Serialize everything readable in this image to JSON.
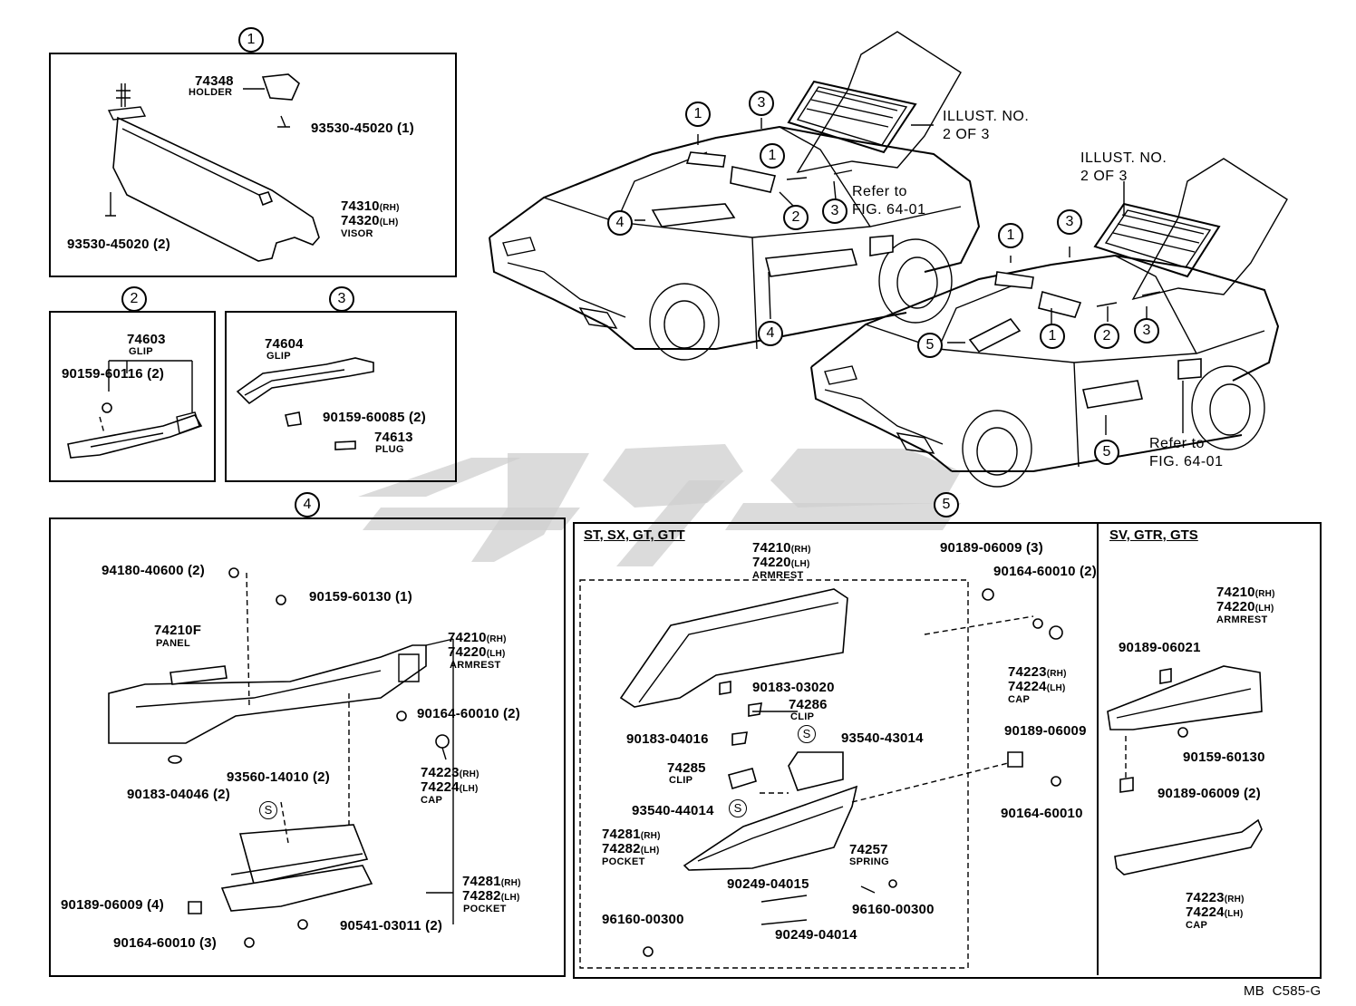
{
  "sections": {
    "s1": "1",
    "s2": "2",
    "s3": "3",
    "s4": "4",
    "s5": "5"
  },
  "cars": {
    "illust_top": "ILLUST. NO.",
    "illust_top2": "2 OF 3",
    "illust_bot": "ILLUST. NO.",
    "illust_bot2": "2 OF 3",
    "refer_top": "Refer to",
    "refer_top2": "FIG. 64-01",
    "refer_bot": "Refer to",
    "refer_bot2": "FIG. 64-01",
    "c1": "1",
    "c2": "2",
    "c3": "3",
    "c4": "4",
    "c5": "5"
  },
  "box1": {
    "holder_pn": "74348",
    "holder_nm": "HOLDER",
    "screw_a": "93530-45020 (1)",
    "screw_b": "93530-45020 (2)",
    "visor_rh": "74310",
    "visor_lh": "74320",
    "rh": "(RH)",
    "lh": "(LH)",
    "visor_nm": "VISOR"
  },
  "box2": {
    "glip_pn": "74603",
    "glip_nm": "GLIP",
    "screw": "90159-60116 (2)"
  },
  "box3": {
    "glip_pn": "74604",
    "glip_nm": "GLIP",
    "screw": "90159-60085 (2)",
    "plug_pn": "74613",
    "plug_nm": "PLUG"
  },
  "box4": {
    "p1": "94180-40600 (2)",
    "p2": "90159-60130 (1)",
    "panel_pn": "74210F",
    "panel_nm": "PANEL",
    "arm_rh": "74210",
    "arm_lh": "74220",
    "arm_nm": "ARMREST",
    "p3": "90164-60010 (2)",
    "cap_rh": "74223",
    "cap_lh": "74224",
    "cap_nm": "CAP",
    "p4": "90183-04046 (2)",
    "p5": "93560-14010 (2)",
    "s": "S",
    "p6": "90189-06009 (4)",
    "pocket_rh": "74281",
    "pocket_lh": "74282",
    "pocket_nm": "POCKET",
    "p7": "90541-03011 (2)",
    "p8": "90164-60010 (3)",
    "rh": "(RH)",
    "lh": "(LH)"
  },
  "box5": {
    "variant_a": "ST, SX, GT, GTT",
    "variant_b": "SV, GTR, GTS",
    "arm_rh": "74210",
    "arm_lh": "74220",
    "arm_nm": "ARMREST",
    "p1": "90189-06009 (3)",
    "p2": "90164-60010 (2)",
    "cap_rh": "74223",
    "cap_lh": "74224",
    "cap_nm": "CAP",
    "p3": "90183-03020",
    "clip1_pn": "74286",
    "clip1_nm": "CLIP",
    "p4": "93540-43014",
    "p5": "90183-04016",
    "clip2_pn": "74285",
    "clip2_nm": "CLIP",
    "p6": "93540-44014",
    "p7": "90189-06009",
    "p8": "90164-60010",
    "pocket_rh": "74281",
    "pocket_lh": "74282",
    "pocket_nm": "POCKET",
    "spring_pn": "74257",
    "spring_nm": "SPRING",
    "p9": "90249-04015",
    "p10": "96160-00300",
    "p11": "96160-00300",
    "p12": "90249-04014",
    "s": "S",
    "rh": "(RH)",
    "lh": "(LH)",
    "b_arm_rh": "74210",
    "b_arm_lh": "74220",
    "b_arm_nm": "ARMREST",
    "b_p1": "90189-06021",
    "b_p2": "90159-60130",
    "b_p3": "90189-06009 (2)",
    "b_cap_rh": "74223",
    "b_cap_lh": "74224",
    "b_cap_nm": "CAP"
  },
  "footer": "MB  C585-G"
}
